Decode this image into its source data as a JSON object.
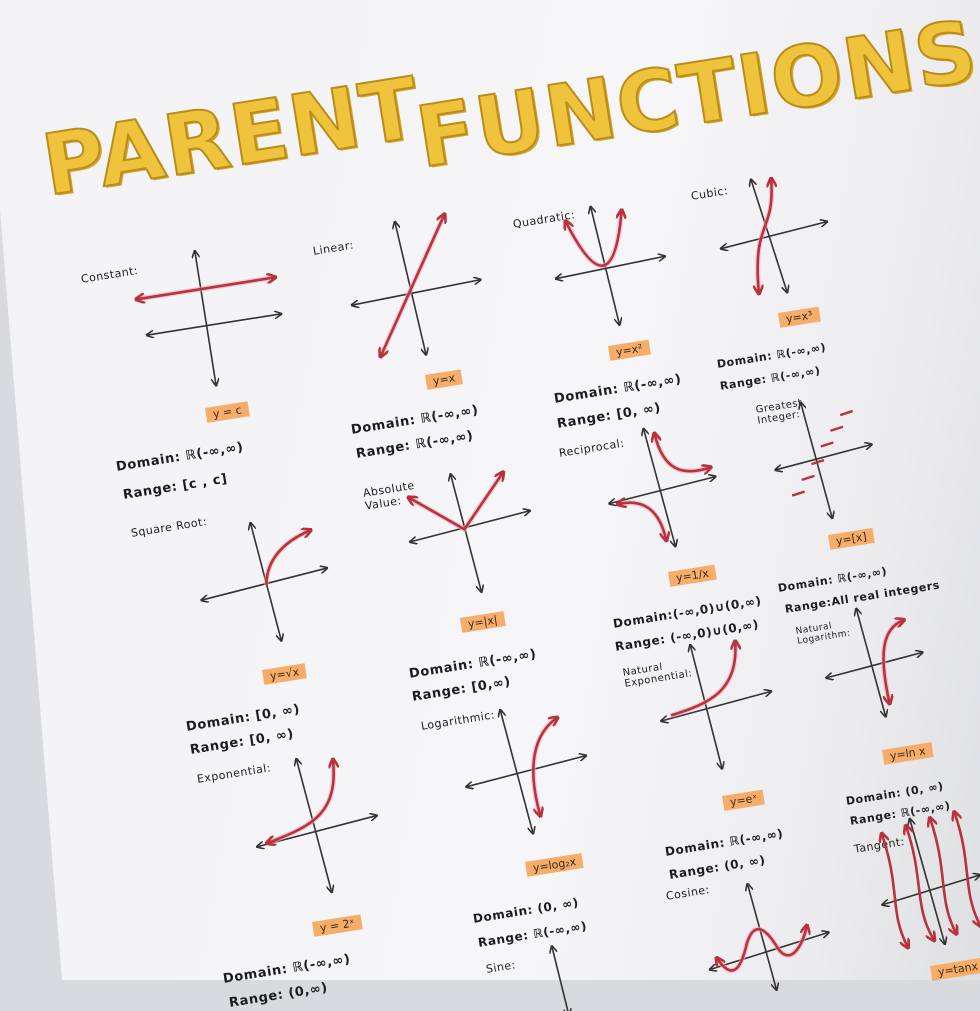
{
  "title": {
    "word1": "PARENT",
    "word2": "FUNCTIONS"
  },
  "functions": [
    {
      "name": "Constant:",
      "formula": "y = c",
      "domain": "Domain: ℝ(-∞,∞)",
      "range": "Range: [c , c]"
    },
    {
      "name": "Linear:",
      "formula": "y=x",
      "domain": "Domain: ℝ(-∞,∞)",
      "range": "Range: ℝ(-∞,∞)"
    },
    {
      "name": "Quadratic:",
      "formula": "y=x²",
      "domain": "Domain: ℝ(-∞,∞)",
      "range": "Range: [0, ∞)"
    },
    {
      "name": "Cubic:",
      "formula": "y=x³",
      "domain": "Domain: ℝ(-∞,∞)",
      "range": "Range: ℝ(-∞,∞)"
    },
    {
      "name": "Greatest Integer:",
      "formula": "y=[x]",
      "domain": "Domain: ℝ(-∞,∞)",
      "range": "Range:All real integers"
    },
    {
      "name": "Reciprocal:",
      "formula": "y=1/x",
      "domain": "Domain:(-∞,0)∪(0,∞)",
      "range": "Range: (-∞,0)∪(0,∞)"
    },
    {
      "name": "Absolute Value:",
      "formula": "y=|x|",
      "domain": "Domain: ℝ(-∞,∞)",
      "range": "Range: [0,∞)"
    },
    {
      "name": "Square Root:",
      "formula": "y=√x",
      "domain": "Domain: [0, ∞)",
      "range": "Range: [0, ∞)"
    },
    {
      "name": "Natural Exponential:",
      "formula": "y=eˣ",
      "domain": "Domain: ℝ(-∞,∞)",
      "range": "Range: (0, ∞)"
    },
    {
      "name": "Natural Logarithm:",
      "formula": "y=ln x",
      "domain": "Domain: (0, ∞)",
      "range": "Range: ℝ(-∞,∞)"
    },
    {
      "name": "Logarithmic:",
      "formula": "y=log₂x",
      "domain": "Domain: (0, ∞)",
      "range": "Range: ℝ(-∞,∞)"
    },
    {
      "name": "Exponential:",
      "formula": "y = 2ˣ",
      "domain": "Domain: ℝ(-∞,∞)",
      "range": "Range: (0,∞)"
    },
    {
      "name": "Sine:"
    },
    {
      "name": "Cosine:"
    },
    {
      "name": "Tangent:",
      "formula": "y=tanx"
    }
  ],
  "colors": {
    "title": "#f0c33c",
    "curve": "#b8323f",
    "highlight": "#f6ad6a"
  }
}
